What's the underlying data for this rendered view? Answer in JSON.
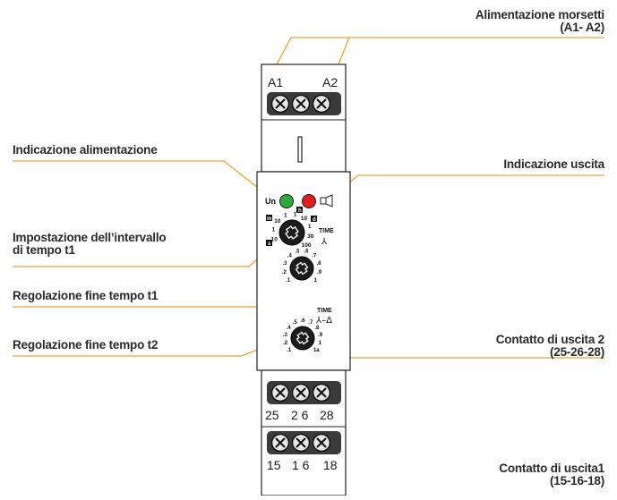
{
  "colors": {
    "leader": "#f0a030",
    "led_green": "#2eaa3a",
    "led_red": "#e01e1e"
  },
  "callouts": {
    "supply_terminals": {
      "line1": "Alimentazione morsetti",
      "line2": "(A1- A2)"
    },
    "supply_indication": "Indicazione alimentazione",
    "output_indication": "Indicazione uscita",
    "t1_interval": {
      "line1": "Impostazione dell’intervallo",
      "line2": "di tempo t1"
    },
    "t1_fine": "Regolazione fine tempo t1",
    "t2_fine": "Regolazione fine tempo t2",
    "output2": {
      "line1": "Contatto di uscita 2",
      "line2": "(25-26-28)"
    },
    "output1": {
      "line1": "Contatto di uscita1",
      "line2": "(15-16-18)"
    }
  },
  "device": {
    "top_terminals": {
      "left": "A1",
      "right": "A2"
    },
    "led_un": "Un",
    "range_m": "m",
    "range_s": "s",
    "range_h": "h",
    "range_d": "d",
    "time_label": "TIME",
    "dial1_scale": [
      "10",
      "1",
      "10",
      "1",
      "1",
      "10",
      "1",
      "30",
      "100"
    ],
    "dial_fine_scale": [
      ".1",
      ".2",
      ".3",
      ".4",
      ".5",
      ".6",
      ".7",
      ".8",
      ".9",
      "1"
    ],
    "dial3_scale": [
      ".1",
      ".2",
      ".3",
      ".4",
      ".5",
      ".6",
      ".7",
      ".8",
      ".9",
      "1",
      "1a"
    ],
    "terminals_mid": [
      "25",
      "2 6",
      "28"
    ],
    "terminals_bottom": [
      "15",
      "1 6",
      "18"
    ]
  }
}
